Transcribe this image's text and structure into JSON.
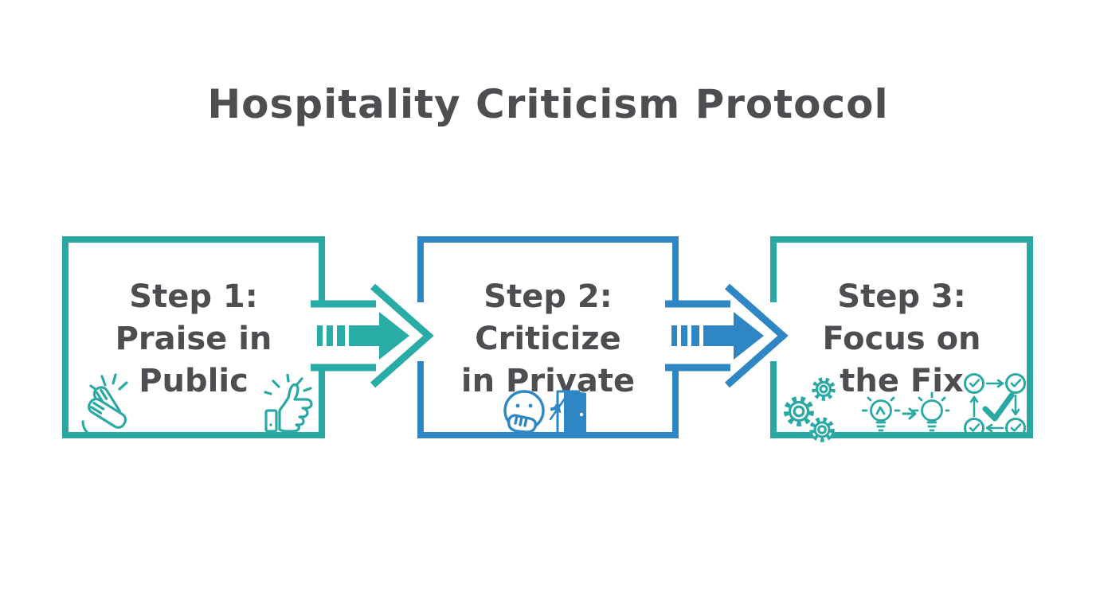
{
  "title": "Hospitality Criticism Protocol",
  "colors": {
    "background": "#ffffff",
    "teal_accent": "#2aa9a4",
    "blue_accent": "#2e86c4",
    "text_gray": "#4e4e52"
  },
  "steps": [
    {
      "name": "step-1",
      "lines": [
        "Step 1:",
        "Praise in",
        "Public"
      ],
      "accent_color": "#2aa9a4",
      "icons": [
        "clapping-hands-icon",
        "thumbs-up-icon"
      ]
    },
    {
      "name": "step-2",
      "lines": [
        "Step 2:",
        "Criticize",
        "in Private"
      ],
      "accent_color": "#2e86c4",
      "icons": [
        "face-hand-over-mouth-icon",
        "mute-icon",
        "door-icon"
      ]
    },
    {
      "name": "step-3",
      "lines": [
        "Step 3:",
        "Focus on",
        "the Fix"
      ],
      "accent_color": "#2aa9a4",
      "icons": [
        "gears-icon",
        "idea-transfer-icon",
        "task-check-cycle-icon"
      ]
    }
  ],
  "arrows": [
    {
      "name": "arrow-1",
      "from": "step-1",
      "to": "step-2",
      "color": "#2aaca6",
      "style": "dashed-tail solid arrow inside outlined chevron"
    },
    {
      "name": "arrow-2",
      "from": "step-2",
      "to": "step-3",
      "color": "#2e86c4",
      "style": "dashed-tail solid arrow inside outlined chevron"
    }
  ]
}
